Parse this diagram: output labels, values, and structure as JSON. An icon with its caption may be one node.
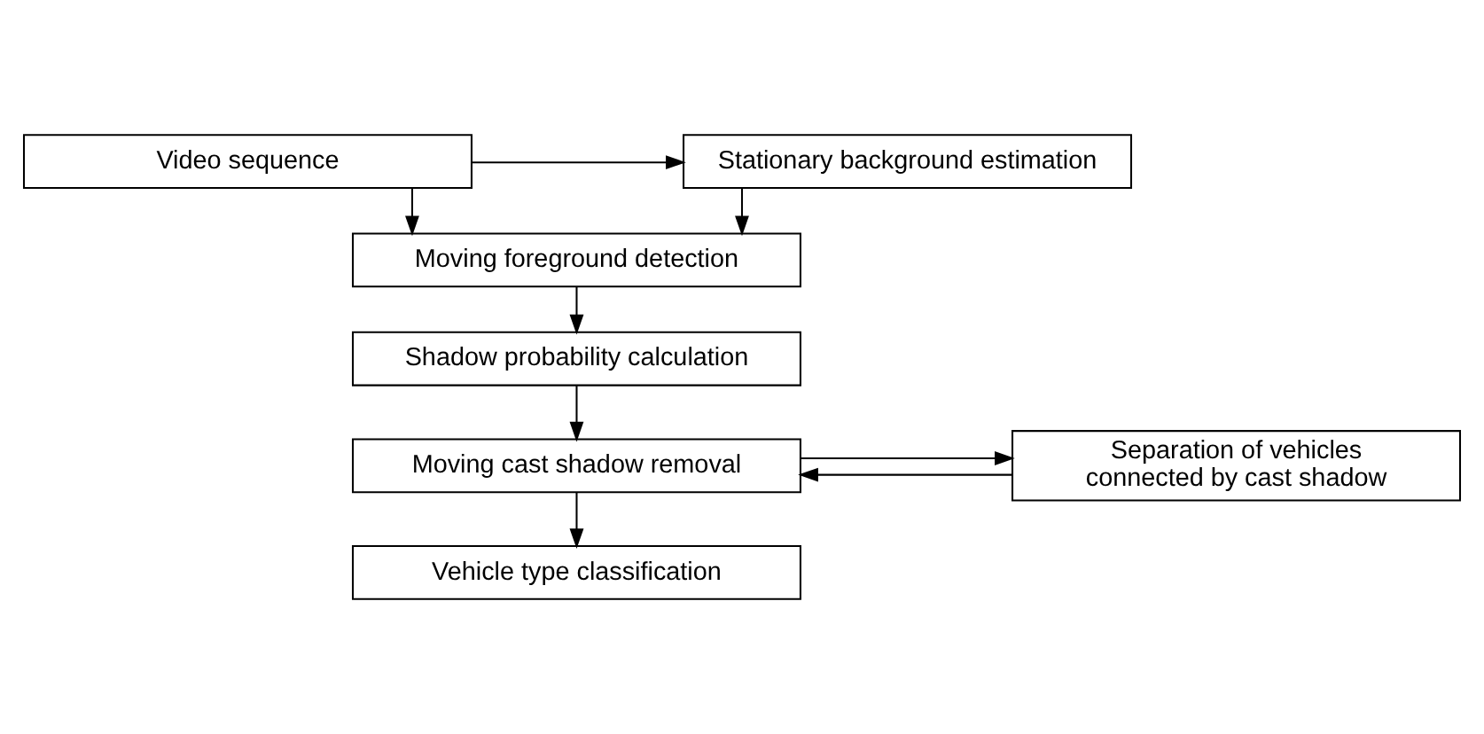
{
  "diagram": {
    "nodes": [
      {
        "text": [
          "Video sequence"
        ]
      },
      {
        "text": [
          "Stationary background estimation"
        ]
      },
      {
        "text": [
          "Moving foreground detection"
        ]
      },
      {
        "text": [
          "Shadow probability calculation"
        ]
      },
      {
        "text": [
          "Moving cast shadow removal"
        ]
      },
      {
        "text": [
          "Separation of vehicles connected by cast shadow"
        ]
      },
      {
        "text": [
          "Vehicle type classification"
        ]
      }
    ],
    "edges": [
      {
        "from": 0,
        "to": 1,
        "arrow": "to"
      },
      {
        "from": 0,
        "to": 2,
        "arrow": "to"
      },
      {
        "from": 1,
        "to": 2,
        "arrow": "to"
      },
      {
        "from": 2,
        "to": 3,
        "arrow": "to"
      },
      {
        "from": 3,
        "to": 4,
        "arrow": "to"
      },
      {
        "from": 4,
        "to": 5,
        "arrow": "to"
      },
      {
        "from": 5,
        "to": 4,
        "arrow": "to"
      },
      {
        "from": 4,
        "to": 6,
        "arrow": "to"
      }
    ]
  }
}
